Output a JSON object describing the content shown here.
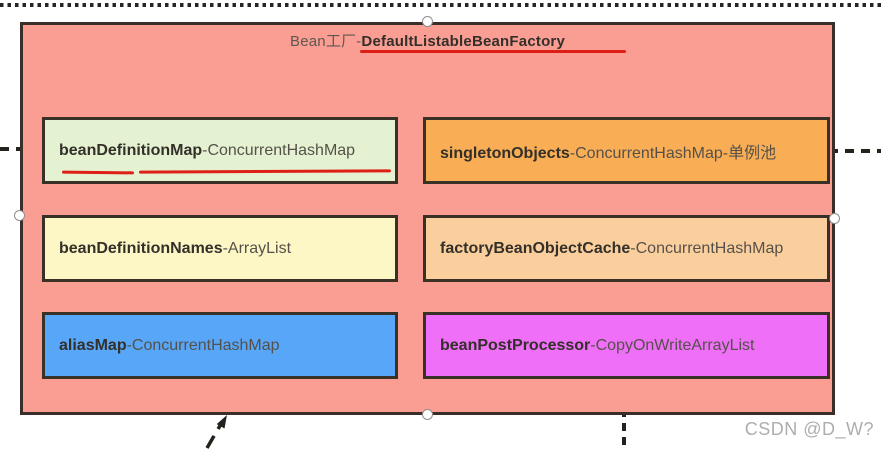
{
  "container": {
    "title_prefix": "Bean工厂-",
    "title_bold": "DefaultListableBeanFactory"
  },
  "boxes": [
    {
      "name": "beanDefinitionMap",
      "type": "-ConcurrentHashMap",
      "bg": "#e4f2d1"
    },
    {
      "name": "singletonObjects",
      "type": "-ConcurrentHashMap-单例池",
      "bg": "#f9ae55"
    },
    {
      "name": "beanDefinitionNames",
      "type": "-ArrayList",
      "bg": "#fdf7c6"
    },
    {
      "name": "factoryBeanObjectCache",
      "type": "-ConcurrentHashMap",
      "bg": "#fbcf9d"
    },
    {
      "name": "aliasMap",
      "type": "-ConcurrentHashMap",
      "bg": "#58a6f8"
    },
    {
      "name": "beanPostProcessor",
      "type": "-CopyOnWriteArrayList",
      "bg": "#ef6ff8"
    }
  ],
  "colors": {
    "container_bg": "#fa9d93",
    "node_border": "#3a3126",
    "annotation_red": "#dd1f16",
    "connector": "#25221e",
    "handle_fill": "#ffffff"
  },
  "watermark": "CSDN @D_W?"
}
